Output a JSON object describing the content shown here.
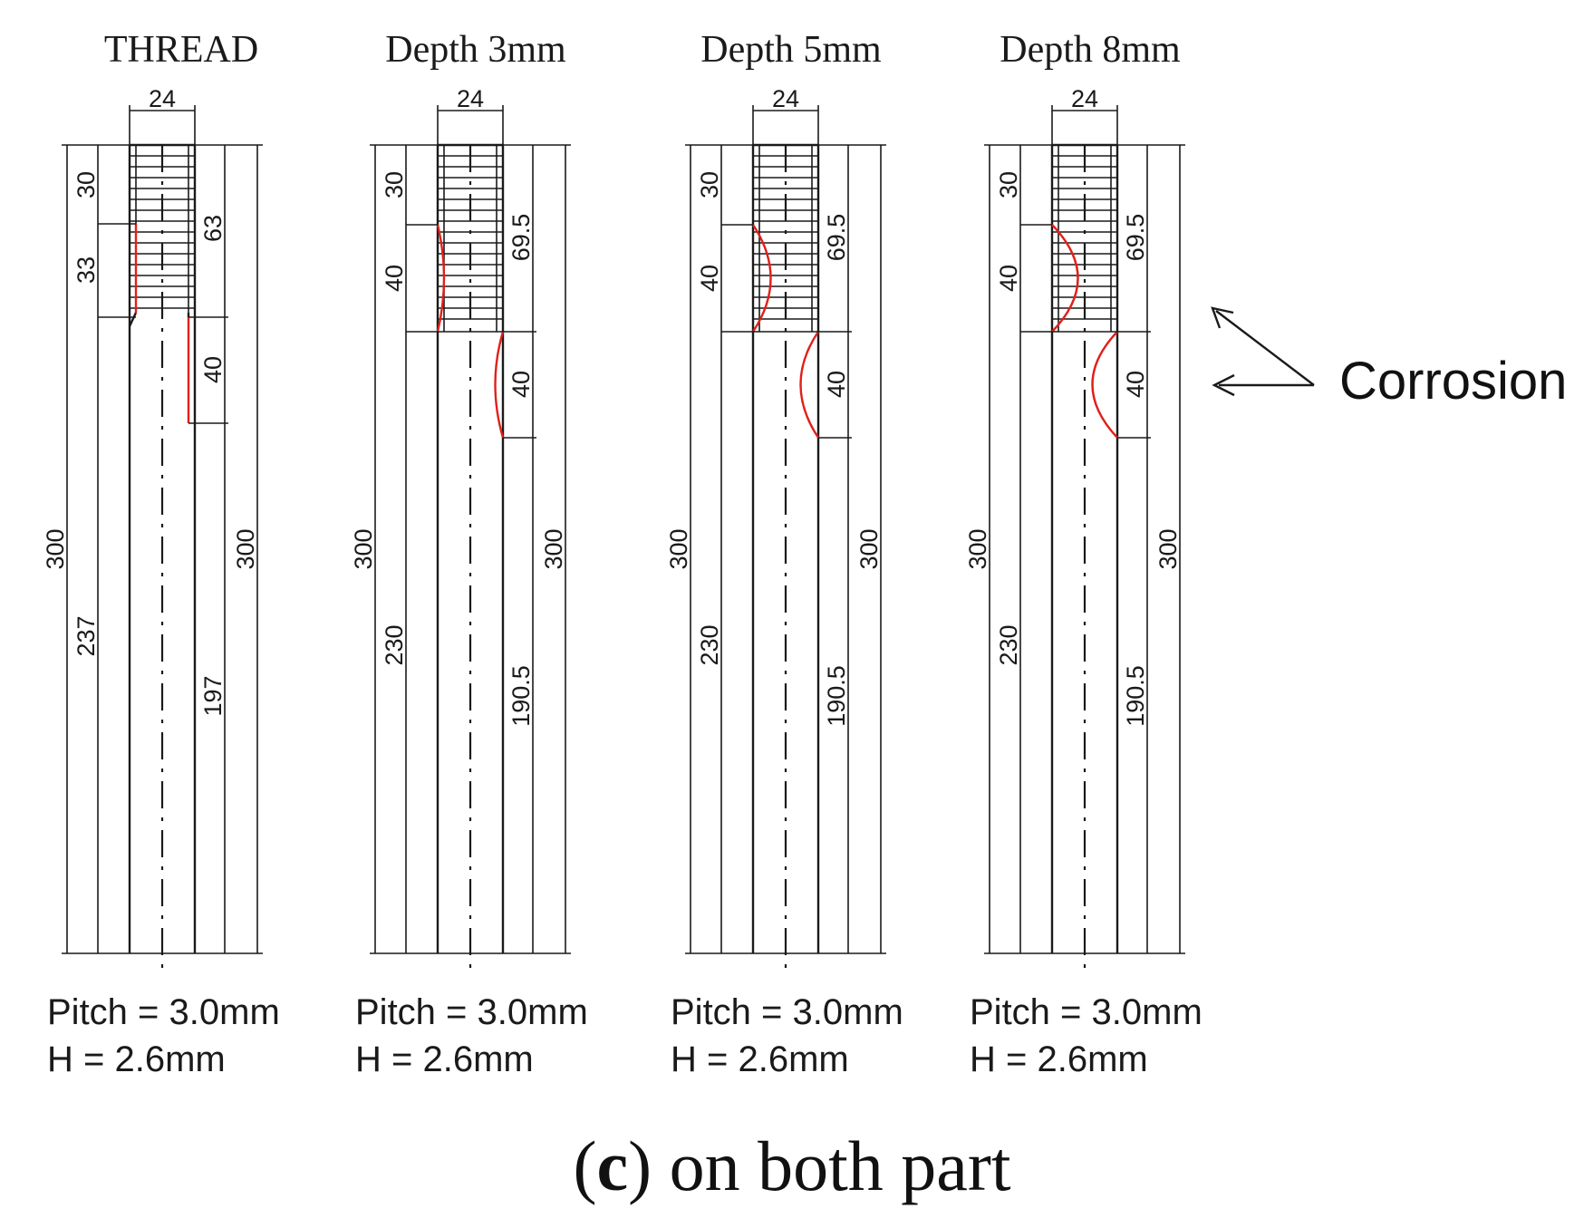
{
  "panels": [
    {
      "id": "thread",
      "title": "THREAD",
      "dims": {
        "width": "24",
        "overall_left": "300",
        "overall_right": "300",
        "top": "30",
        "a": "33",
        "b": "63",
        "c": "40",
        "lower_left": "237",
        "lower_right": "197"
      },
      "pitch": "Pitch = 3.0mm",
      "h": "H = 2.6mm"
    },
    {
      "id": "depth3",
      "title": "Depth 3mm",
      "dims": {
        "width": "24",
        "overall_left": "300",
        "overall_right": "300",
        "top": "30",
        "a": "40",
        "b": "69.5",
        "c": "40",
        "lower_left": "230",
        "lower_right": "190.5"
      },
      "pitch": "Pitch = 3.0mm",
      "h": "H = 2.6mm"
    },
    {
      "id": "depth5",
      "title": "Depth 5mm",
      "dims": {
        "width": "24",
        "overall_left": "300",
        "overall_right": "300",
        "top": "30",
        "a": "40",
        "b": "69.5",
        "c": "40",
        "lower_left": "230",
        "lower_right": "190.5"
      },
      "pitch": "Pitch = 3.0mm",
      "h": "H = 2.6mm"
    },
    {
      "id": "depth8",
      "title": "Depth 8mm",
      "dims": {
        "width": "24",
        "overall_left": "300",
        "overall_right": "300",
        "top": "30",
        "a": "40",
        "b": "69.5",
        "c": "40",
        "lower_left": "230",
        "lower_right": "190.5"
      },
      "pitch": "Pitch = 3.0mm",
      "h": "H = 2.6mm"
    }
  ],
  "annotation": {
    "label": "Corrosion"
  },
  "caption": {
    "letter": "c",
    "text": "on both part"
  },
  "colors": {
    "line": "#1a1a1a",
    "corrosion": "#e0201a",
    "background": "#ffffff"
  }
}
